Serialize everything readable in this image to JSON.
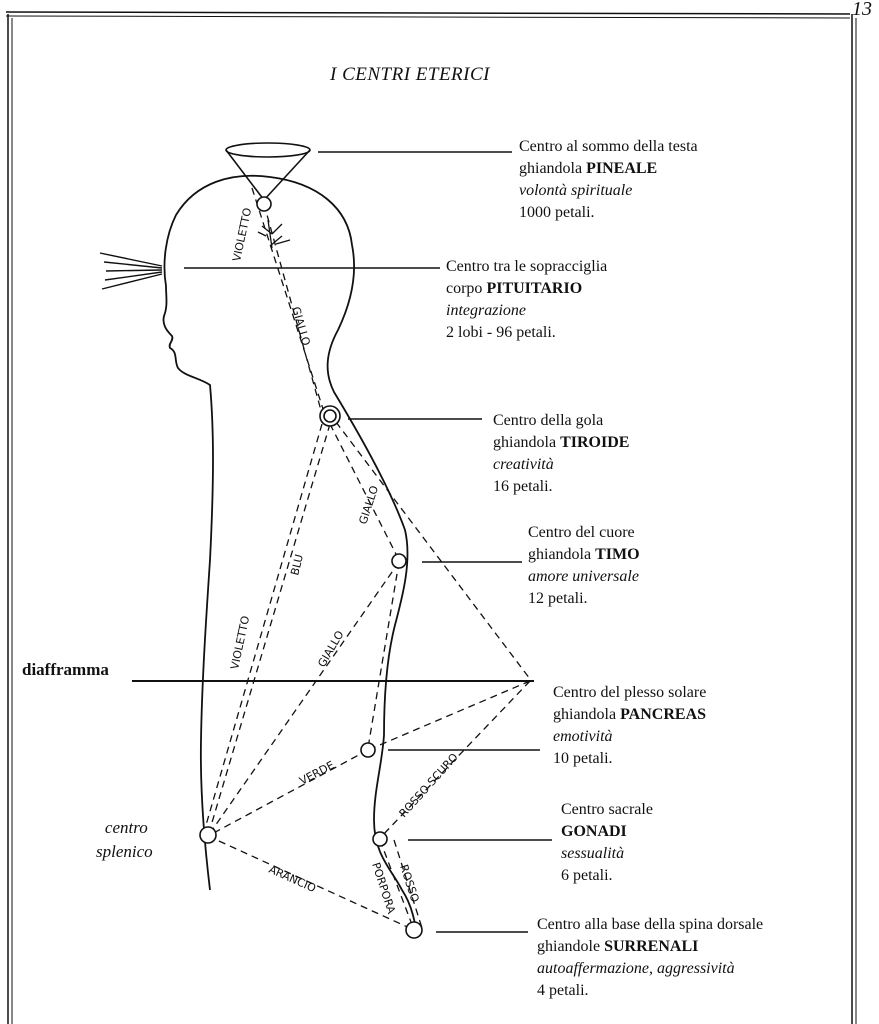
{
  "title": "I CENTRI ETERICI",
  "page_number": "13",
  "diaframma_label": "diafframma",
  "splenic_label": [
    "centro",
    "splenico"
  ],
  "centers": [
    {
      "id": "sommo",
      "line1": "Centro al sommo della testa",
      "line2_prefix": "ghiandola ",
      "line2_bold": "PINEALE",
      "quality": "volontà spirituale",
      "petals": "1000 petali."
    },
    {
      "id": "sopracciglia",
      "line1": "Centro tra le sopracciglia",
      "line2_prefix": "corpo ",
      "line2_bold": "PITUITARIO",
      "quality": "integrazione",
      "petals": "2 lobi - 96 petali."
    },
    {
      "id": "gola",
      "line1": "Centro della gola",
      "line2_prefix": "ghiandola ",
      "line2_bold": "TIROIDE",
      "quality": "creatività",
      "petals": "16 petali."
    },
    {
      "id": "cuore",
      "line1": "Centro del cuore",
      "line2_prefix": "ghiandola ",
      "line2_bold": "TIMO",
      "quality": "amore universale",
      "petals": "12 petali."
    },
    {
      "id": "plesso",
      "line1": "Centro del plesso solare",
      "line2_prefix": "ghiandola ",
      "line2_bold": "PANCREAS",
      "quality": "emotività",
      "petals": "10 petali."
    },
    {
      "id": "sacrale",
      "line1": "Centro sacrale",
      "line2_prefix": "",
      "line2_bold": "GONADI",
      "quality": "sessualità",
      "petals": "6 petali."
    },
    {
      "id": "base",
      "line1": "Centro alla base della spina dorsale",
      "line2_prefix": "ghiandole ",
      "line2_bold": "SURRENALI",
      "quality": "autoaffermazione, aggressività",
      "petals": "4 petali."
    }
  ],
  "path_labels": {
    "violetto_top": "VIOLETTO",
    "giallo_top": "GIALLO",
    "giallo_throat": "GIALLO",
    "blu": "BLU",
    "violetto_low": "VIOLETTO",
    "giallo_low": "GIALLO",
    "verde": "VERDE",
    "rosso_scuro": "ROSSO SCURO",
    "arancio": "ARANCIO",
    "porpora": "PORPORA",
    "rosso": "ROSSO"
  }
}
